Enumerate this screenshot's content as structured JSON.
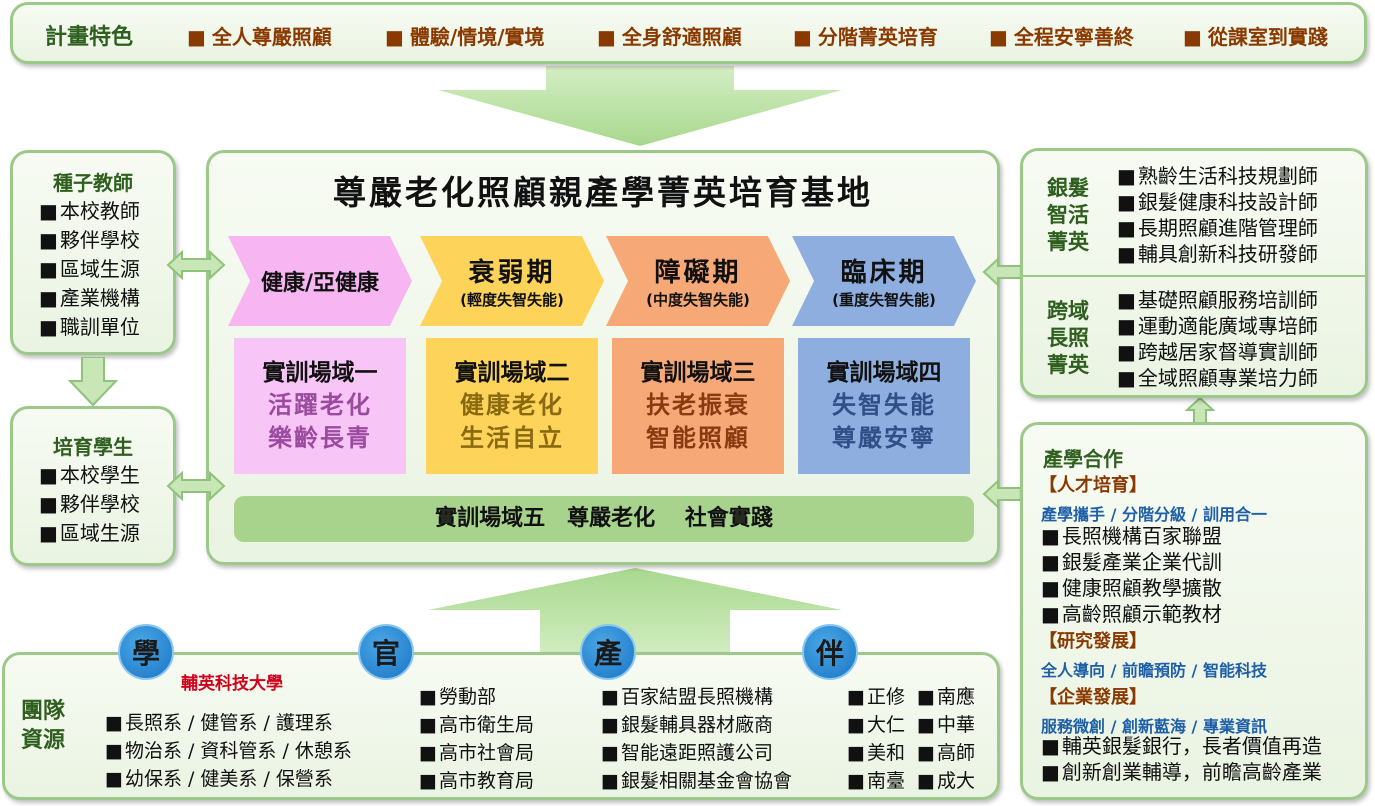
{
  "features": {
    "label": "計畫特色",
    "items": [
      "全人尊嚴照顧",
      "體驗/情境/實境",
      "全身舒適照顧",
      "分階菁英培育",
      "全程安寧善終",
      "從課室到實踐"
    ]
  },
  "center": {
    "title": "尊嚴老化照顧親產學菁英培育基地",
    "stages": [
      {
        "name": "健康/亞健康",
        "sub": "",
        "color": "#f7b6f2"
      },
      {
        "name": "衰弱期",
        "sub": "(輕度失智失能)",
        "color": "#fdd35a"
      },
      {
        "name": "障礙期",
        "sub": "(中度失智失能)",
        "color": "#f6a877"
      },
      {
        "name": "臨床期",
        "sub": "(重度失智失能)",
        "color": "#8faee0"
      }
    ],
    "fields": [
      {
        "title": "實訓場域一",
        "line1": "活躍老化",
        "line2": "樂齡長青",
        "bg": "#f8c6f6",
        "fg": "#9b4aa0"
      },
      {
        "title": "實訓場域二",
        "line1": "健康老化",
        "line2": "生活自立",
        "bg": "#fdd35a",
        "fg": "#8a6a10"
      },
      {
        "title": "實訓場域三",
        "line1": "扶老振衰",
        "line2": "智能照顧",
        "bg": "#f6a877",
        "fg": "#8a3a10"
      },
      {
        "title": "實訓場域四",
        "line1": "失智失能",
        "line2": "尊嚴安寧",
        "bg": "#8faee0",
        "fg": "#2f4f86"
      }
    ],
    "field5": "實訓場域五　尊嚴老化　 社會實踐"
  },
  "seed_teachers": {
    "title": "種子教師",
    "items": [
      "本校教師",
      "夥伴學校",
      "區域生源",
      "產業機構",
      "職訓單位"
    ]
  },
  "students": {
    "title": "培育學生",
    "items": [
      "本校學生",
      "夥伴學校",
      "區域生源"
    ]
  },
  "elite": {
    "silver": {
      "label": "銀髮智活菁英",
      "items": [
        "熟齡生活科技規劃師",
        "銀髮健康科技設計師",
        "長期照顧進階管理師",
        "輔具創新科技研發師"
      ]
    },
    "cross": {
      "label": "跨域長照菁英",
      "items": [
        "基礎照顧服務培訓師",
        "運動適能廣域專培師",
        "跨越居家督導實訓師",
        "全域照顧專業培力師"
      ]
    }
  },
  "industry": {
    "title": "產學合作",
    "talent": {
      "label": "【人才培育】",
      "motto": "產學攜手 / 分階分級 / 訓用合一",
      "items": [
        "長照機構百家聯盟",
        "銀髮產業企業代訓",
        "健康照顧教學擴散",
        "高齡照顧示範教材"
      ]
    },
    "research": {
      "label": "【研究發展】",
      "motto": "全人導向 / 前瞻預防 / 智能科技"
    },
    "enterprise": {
      "label": "【企業發展】",
      "motto": "服務微創 / 創新藍海 / 專業資訊",
      "items": [
        "輔英銀髮銀行，長者價值再造",
        "創新創業輔導，前瞻高齡產業"
      ]
    }
  },
  "team": {
    "label": "團隊資源",
    "circles": [
      "學",
      "官",
      "產",
      "伴"
    ],
    "university": "輔英科技大學",
    "academic": [
      "長照系 / 健管系 / 護理系",
      "物治系 / 資科管系 / 休憩系",
      "幼保系 / 健美系 / 保營系"
    ],
    "government": [
      "勞動部",
      "高市衛生局",
      "高市社會局",
      "高市教育局"
    ],
    "industry": [
      "百家結盟長照機構",
      "銀髮輔具器材廠商",
      "智能遠距照護公司",
      "銀髮相關基金會協會"
    ],
    "partners_a": [
      "正修",
      "大仁",
      "美和",
      "南臺"
    ],
    "partners_b": [
      "南應",
      "中華",
      "高師",
      "成大"
    ]
  },
  "colors": {
    "border": "#9cc98a",
    "arrow": "#b9e0a3",
    "brown": "#8a3a00",
    "blue": "#1f5fa8"
  }
}
